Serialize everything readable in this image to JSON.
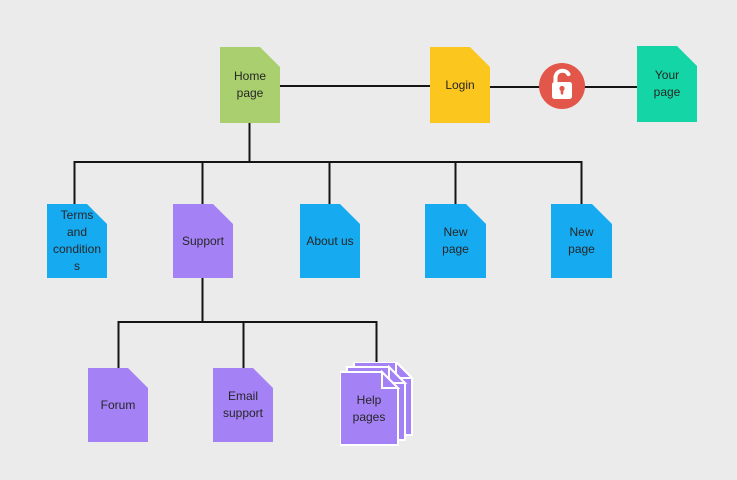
{
  "diagram": {
    "type": "sitemap-flowchart",
    "background": "#ebebeb",
    "connector_color": "#141414",
    "nodes": {
      "home": {
        "label": "Home page",
        "color": "#a9cf6e"
      },
      "login": {
        "label": "Login",
        "color": "#fbc61d"
      },
      "your_page": {
        "label": "Your page",
        "color": "#14d5a5"
      },
      "terms": {
        "label": "Terms and conditions",
        "color": "#16aaf1"
      },
      "support": {
        "label": "Support",
        "color": "#a581f6"
      },
      "about": {
        "label": "About us",
        "color": "#16aaf1"
      },
      "new_page_1": {
        "label": "New page",
        "color": "#16aaf1"
      },
      "new_page_2": {
        "label": "New page",
        "color": "#16aaf1"
      },
      "forum": {
        "label": "Forum",
        "color": "#a581f6"
      },
      "email_support": {
        "label": "Email support",
        "color": "#a581f6"
      },
      "help_pages": {
        "label": "Help pages",
        "color": "#a581f6"
      }
    },
    "lock": {
      "icon": "open-padlock-icon",
      "circle_color": "#e25749",
      "glyph_color": "#ffffff"
    }
  }
}
